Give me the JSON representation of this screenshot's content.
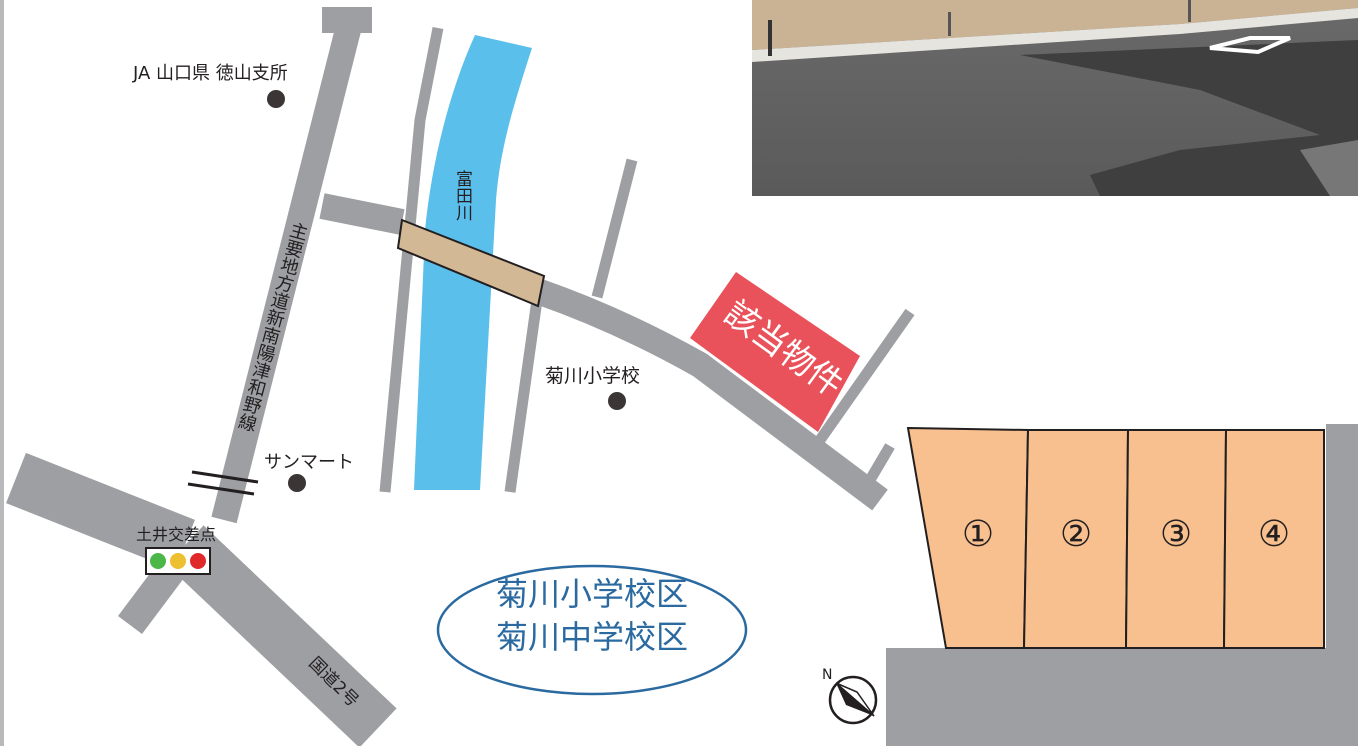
{
  "map": {
    "labels": {
      "ja": "JA 山口県 徳山支所",
      "river": "富田川",
      "route": "主要地方道新南陽津和野線",
      "school": "菊川小学校",
      "supermarket": "サンマート",
      "intersection": "土井交差点",
      "national_road": "国道2号",
      "property": "該当物件"
    },
    "school_district": {
      "line1": "菊川小学校区",
      "line2": "菊川中学校区"
    },
    "colors": {
      "road": "#9d9fa2",
      "river": "#5bbfec",
      "bridge": "#d3b896",
      "property": "#e9525a",
      "lot": "#f7c08e",
      "district": "#2a6aa0"
    }
  },
  "plan": {
    "lots": [
      "①",
      "②",
      "③",
      "④"
    ],
    "compass": {
      "north": "N"
    }
  },
  "photo": {
    "icon": "road-photo"
  }
}
